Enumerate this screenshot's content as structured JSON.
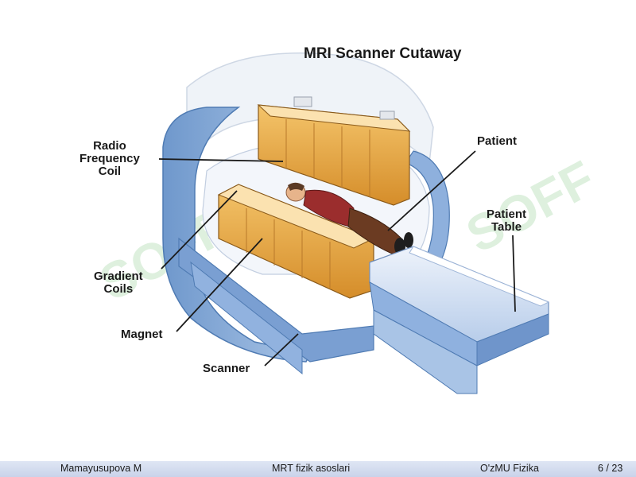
{
  "diagram": {
    "title": "MRI Scanner Cutaway",
    "labels": {
      "radio_frequency_coil": [
        "Radio",
        "Frequency",
        "Coil"
      ],
      "patient": "Patient",
      "patient_table": [
        "Patient",
        "Table"
      ],
      "gradient_coils": [
        "Gradient",
        "Coils"
      ],
      "magnet": "Magnet",
      "scanner": "Scanner"
    },
    "watermark": "SOFF"
  },
  "footer": {
    "author": "Mamayusupova M",
    "talk_title": "MRT fizik asoslari",
    "institution": "O'zMU Fizika",
    "page": "6 / 23"
  },
  "colors": {
    "shell_blue": "#7fa6d6",
    "shell_light": "#dbe7f6",
    "coil_orange": "#e6a94a",
    "table_blue": "#8fb1df",
    "footer_bg": "#d4dcef"
  }
}
